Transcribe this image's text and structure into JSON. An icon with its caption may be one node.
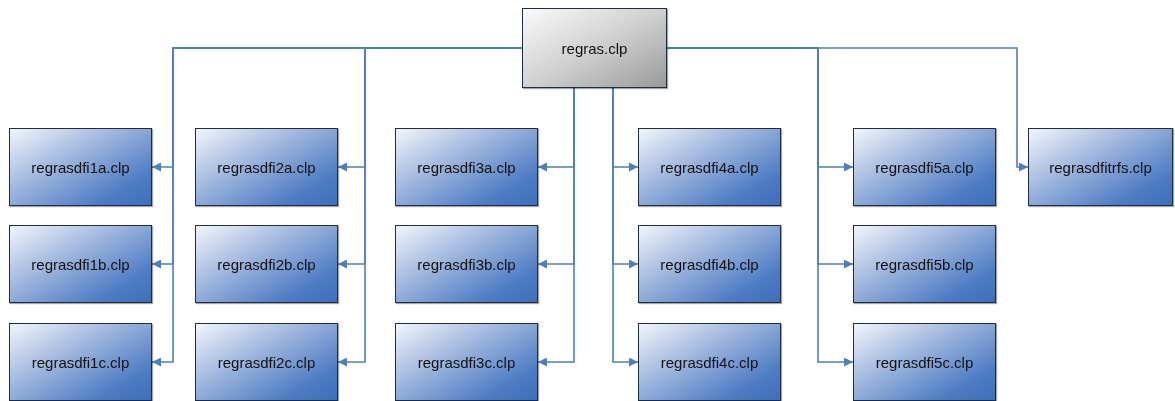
{
  "diagram": {
    "nodes": [
      {
        "text": [
          "regras.clp"
        ]
      },
      {
        "text": [
          "regrasdfi1a.clp"
        ]
      },
      {
        "text": [
          "regrasdfi2a.clp"
        ]
      },
      {
        "text": [
          "regrasdfi3a.clp"
        ]
      },
      {
        "text": [
          "regrasdfi4a.clp"
        ]
      },
      {
        "text": [
          "regrasdfi5a.clp"
        ]
      },
      {
        "text": [
          "regrasdfitrfs.clp"
        ]
      },
      {
        "text": [
          "regrasdfi1b.clp"
        ]
      },
      {
        "text": [
          "regrasdfi2b.clp"
        ]
      },
      {
        "text": [
          "regrasdfi3b.clp"
        ]
      },
      {
        "text": [
          "regrasdfi4b.clp"
        ]
      },
      {
        "text": [
          "regrasdfi5b.clp"
        ]
      },
      {
        "text": [
          "regrasdfi1c.clp"
        ]
      },
      {
        "text": [
          "regrasdfi2c.clp"
        ]
      },
      {
        "text": [
          "regrasdfi3c.clp"
        ]
      },
      {
        "text": [
          "regrasdfi4c.clp"
        ]
      },
      {
        "text": [
          "regrasdfi5c.clp"
        ]
      }
    ],
    "edges": [
      {
        "from": 0,
        "to": 1,
        "arrow": "to"
      },
      {
        "from": 0,
        "to": 2,
        "arrow": "to"
      },
      {
        "from": 0,
        "to": 3,
        "arrow": "to"
      },
      {
        "from": 0,
        "to": 4,
        "arrow": "to"
      },
      {
        "from": 0,
        "to": 5,
        "arrow": "to"
      },
      {
        "from": 0,
        "to": 6,
        "arrow": "to"
      },
      {
        "from": 0,
        "to": 7,
        "arrow": "to"
      },
      {
        "from": 0,
        "to": 8,
        "arrow": "to"
      },
      {
        "from": 0,
        "to": 9,
        "arrow": "to"
      },
      {
        "from": 0,
        "to": 10,
        "arrow": "to"
      },
      {
        "from": 0,
        "to": 11,
        "arrow": "to"
      },
      {
        "from": 0,
        "to": 12,
        "arrow": "to"
      },
      {
        "from": 0,
        "to": 13,
        "arrow": "to"
      },
      {
        "from": 0,
        "to": 14,
        "arrow": "to"
      },
      {
        "from": 0,
        "to": 15,
        "arrow": "to"
      },
      {
        "from": 0,
        "to": 16,
        "arrow": "to"
      }
    ]
  }
}
